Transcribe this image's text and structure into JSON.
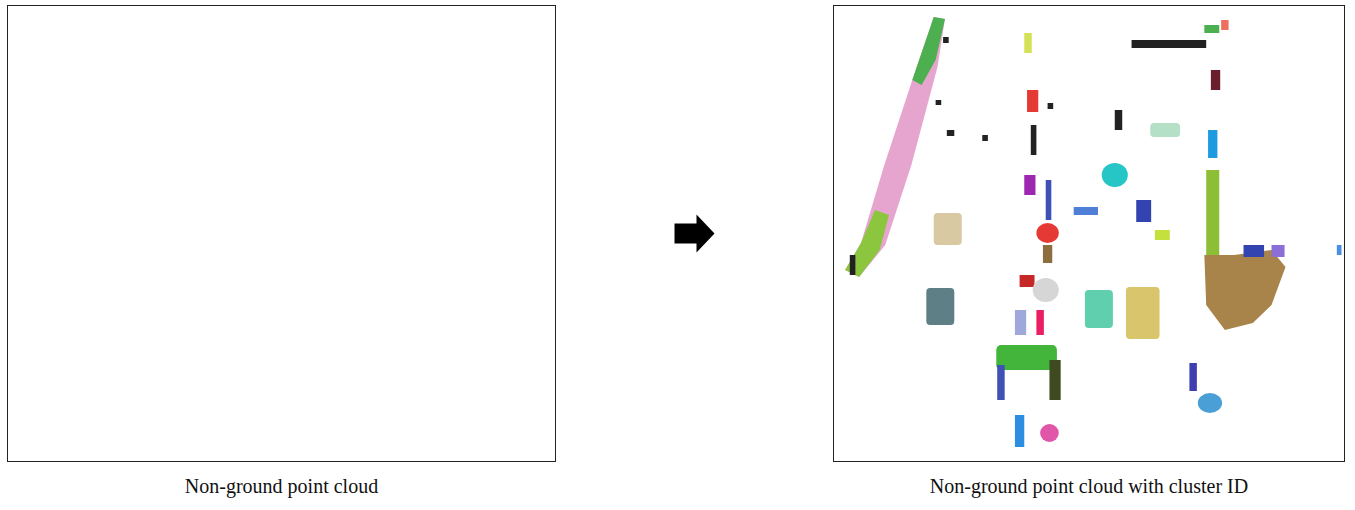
{
  "diagram": {
    "nodes": [
      {
        "text": [
          "Non-ground point cloud"
        ]
      },
      {
        "text": [
          "Non-ground point cloud with cluster ID"
        ]
      }
    ],
    "edges": [
      {
        "from": 0,
        "to": 1,
        "arrow": "to"
      }
    ]
  }
}
